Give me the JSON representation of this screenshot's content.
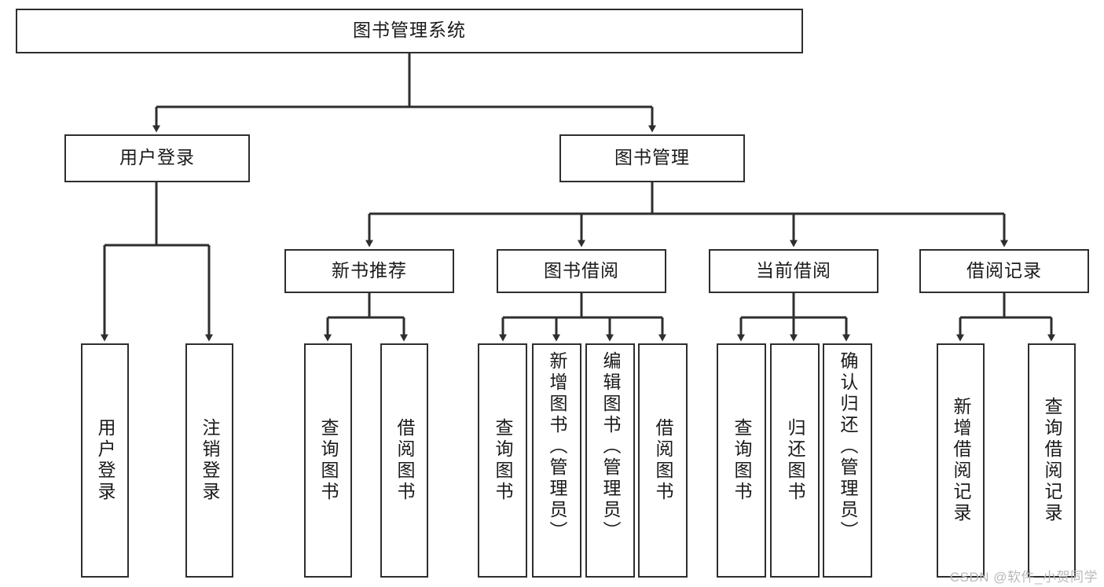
{
  "diagram": {
    "type": "tree-hierarchy",
    "title": "图书管理系统",
    "orientation": "top-down",
    "style": {
      "box_border_color": "#2e2e2e",
      "box_fill_color": "#ffffff",
      "line_color": "#2e2e2e",
      "text_color": "#1a1a1a",
      "background": "#ffffff"
    },
    "nodes": {
      "root": {
        "label": "图书管理系统",
        "level": 1,
        "text_direction": "horizontal"
      },
      "level2": [
        {
          "id": "user-login",
          "label": "用户登录",
          "text_direction": "horizontal"
        },
        {
          "id": "book-management",
          "label": "图书管理",
          "text_direction": "horizontal"
        }
      ],
      "level3": [
        {
          "id": "new-book-recommend",
          "label": "新书推荐",
          "text_direction": "horizontal",
          "parent": "book-management"
        },
        {
          "id": "book-borrow",
          "label": "图书借阅",
          "text_direction": "horizontal",
          "parent": "book-management"
        },
        {
          "id": "current-borrow",
          "label": "当前借阅",
          "text_direction": "horizontal",
          "parent": "book-management"
        },
        {
          "id": "borrow-record",
          "label": "借阅记录",
          "text_direction": "horizontal",
          "parent": "book-management"
        }
      ],
      "leaves": [
        {
          "id": "leaf-user-login",
          "label": "用户登录",
          "parent": "user-login",
          "text_direction": "vertical",
          "align": "center"
        },
        {
          "id": "leaf-logout-login",
          "label": "注销登录",
          "parent": "user-login",
          "text_direction": "vertical",
          "align": "center"
        },
        {
          "id": "leaf-query-book-rec",
          "label": "查询图书",
          "parent": "new-book-recommend",
          "text_direction": "vertical",
          "align": "center"
        },
        {
          "id": "leaf-borrow-book-rec",
          "label": "借阅图书",
          "parent": "new-book-recommend",
          "text_direction": "vertical",
          "align": "center"
        },
        {
          "id": "leaf-query-book-borrow",
          "label": "查询图书",
          "parent": "book-borrow",
          "text_direction": "vertical",
          "align": "center"
        },
        {
          "id": "leaf-add-book-admin",
          "label": "新增图书（管理员）",
          "parent": "book-borrow",
          "text_direction": "vertical",
          "align": "top"
        },
        {
          "id": "leaf-edit-book-admin",
          "label": "编辑图书（管理员）",
          "parent": "book-borrow",
          "text_direction": "vertical",
          "align": "top"
        },
        {
          "id": "leaf-borrow-book",
          "label": "借阅图书",
          "parent": "book-borrow",
          "text_direction": "vertical",
          "align": "center"
        },
        {
          "id": "leaf-query-book-current",
          "label": "查询图书",
          "parent": "current-borrow",
          "text_direction": "vertical",
          "align": "center"
        },
        {
          "id": "leaf-return-book",
          "label": "归还图书",
          "parent": "current-borrow",
          "text_direction": "vertical",
          "align": "center"
        },
        {
          "id": "leaf-confirm-return-admin",
          "label": "确认归还（管理员）",
          "parent": "current-borrow",
          "text_direction": "vertical",
          "align": "top"
        },
        {
          "id": "leaf-add-borrow-record",
          "label": "新增借阅记录",
          "parent": "borrow-record",
          "text_direction": "vertical",
          "align": "center"
        },
        {
          "id": "leaf-query-borrow-record",
          "label": "查询借阅记录",
          "parent": "borrow-record",
          "text_direction": "vertical",
          "align": "center"
        }
      ]
    }
  },
  "watermark": {
    "text": "CSDN @软件_小贺同学"
  }
}
